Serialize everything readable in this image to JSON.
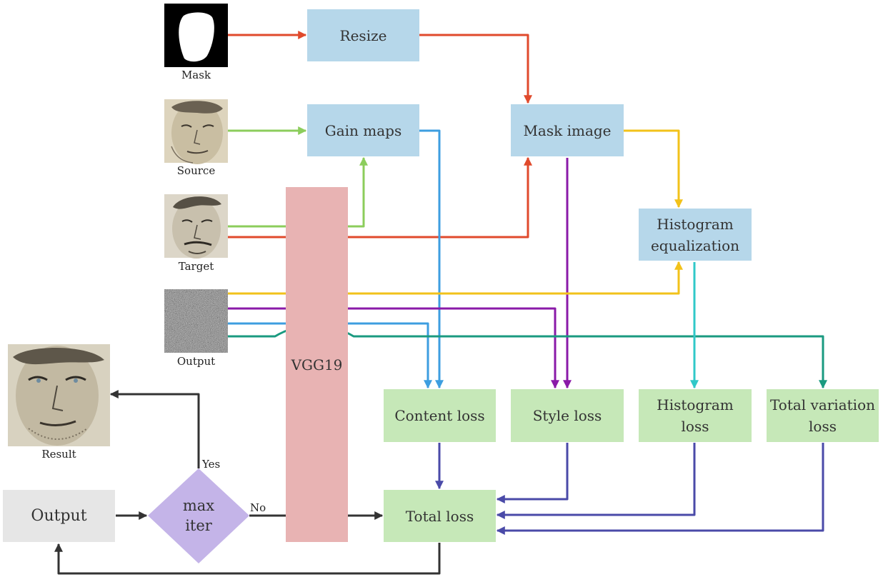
{
  "colors": {
    "red": "#e04a2c",
    "green": "#8ccd5c",
    "blue": "#3d9ee0",
    "purple": "#8a1aa8",
    "yellow": "#f2c21a",
    "teal": "#1a9a80",
    "cyan": "#30c8c8",
    "navy": "#4a4aa8",
    "black": "#333333",
    "process_box": "#b6d7ea",
    "loss_box": "#c6e8b8",
    "vgg_bar": "#e8b3b3",
    "decision": "#c4b4e8"
  },
  "inputs": {
    "mask": "Mask",
    "source": "Source",
    "target": "Target",
    "output": "Output",
    "result": "Result"
  },
  "processes": {
    "resize": "Resize",
    "gain_maps": "Gain maps",
    "mask_image": "Mask image",
    "histogram_equalization": "Histogram\nequalization"
  },
  "network": {
    "vgg19": "VGG19"
  },
  "losses": {
    "content": "Content loss",
    "style": "Style loss",
    "histogram": "Histogram\nloss",
    "total_variation": "Total variation\nloss",
    "total": "Total loss"
  },
  "loop": {
    "output_box": "Output",
    "decision": "max\niter",
    "yes": "Yes",
    "no": "No"
  }
}
